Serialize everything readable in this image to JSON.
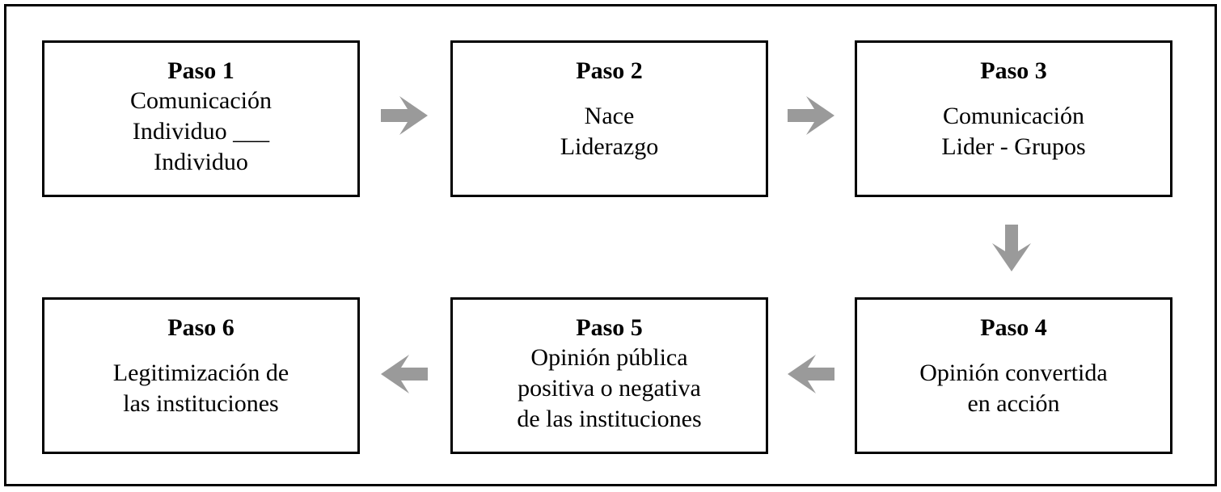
{
  "diagram": {
    "background": "#ffffff",
    "border_color": "#000000",
    "text_color": "#000000",
    "arrow_color": "#9a9a9a",
    "boxes": [
      {
        "title": "Paso 1",
        "lines": [
          "Comunicación",
          "Individuo ___",
          "Individuo"
        ]
      },
      {
        "title": "Paso 2",
        "lines": [
          "Nace",
          "Liderazgo"
        ]
      },
      {
        "title": "Paso 3",
        "lines": [
          "Comunicación",
          "Lider - Grupos"
        ]
      },
      {
        "title": "Paso 4",
        "lines": [
          "Opinión convertida",
          "en acción"
        ]
      },
      {
        "title": "Paso 5",
        "lines": [
          "Opinión pública",
          "positiva o negativa",
          "de las instituciones"
        ]
      },
      {
        "title": "Paso 6",
        "lines": [
          "Legitimización de",
          "las instituciones"
        ]
      }
    ],
    "arrows": [
      {
        "from": "Paso 1",
        "to": "Paso 2",
        "direction": "right"
      },
      {
        "from": "Paso 2",
        "to": "Paso 3",
        "direction": "right"
      },
      {
        "from": "Paso 3",
        "to": "Paso 4",
        "direction": "down"
      },
      {
        "from": "Paso 4",
        "to": "Paso 5",
        "direction": "left"
      },
      {
        "from": "Paso 5",
        "to": "Paso 6",
        "direction": "left"
      }
    ]
  }
}
